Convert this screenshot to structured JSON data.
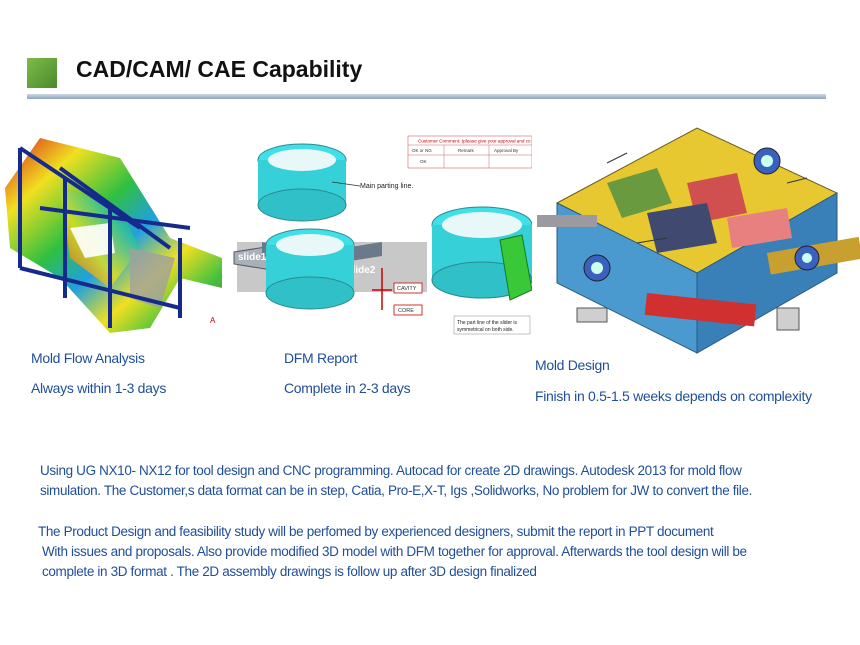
{
  "slide": {
    "title": "CAD/CAM/ CAE Capability",
    "accent_color": "#5a9a35",
    "text_color": "#1f4e9a"
  },
  "figures": {
    "mold_flow": {
      "caption": "Mold Flow Analysis",
      "subcaption": "Always within 1-3 days"
    },
    "dfm": {
      "caption": "DFM Report",
      "subcaption": "Complete in 2-3 days",
      "labels": {
        "parting": "Main parting line.",
        "slide1": "slide1",
        "slide2": "slide2",
        "cavity": "CAVITY",
        "core": "CORE",
        "note_line1": "The part line of the slider is",
        "note_line2": "symmetrical on both side."
      },
      "comment_table": {
        "header": "Customer Comment: (please give your approval and co",
        "columns": [
          "OK or NG",
          "Remark",
          "Approval By"
        ],
        "row": [
          "OK",
          "",
          ""
        ]
      }
    },
    "mold_design": {
      "caption": "Mold Design",
      "subcaption": "Finish in 0.5-1.5 weeks depends on complexity"
    }
  },
  "paragraphs": {
    "p1": [
      "Using UG NX10- NX12 for tool design and  CNC programming. Autocad for create 2D drawings. Autodesk 2013  for mold flow",
      "simulation.  The Customer,s data  format can be in step, Catia, Pro-E,X-T, Igs ,Solidworks, No problem for  JW to convert the file."
    ],
    "p2": [
      "The Product Design and feasibility study will be perfomed  by experienced  designers,  submit the report in PPT document",
      "With issues and proposals. Also provide modified 3D model with  DFM together for approval.   Afterwards the tool design will be",
      "complete in 3D format .  The 2D assembly drawings is follow up after 3D design finalized"
    ]
  }
}
